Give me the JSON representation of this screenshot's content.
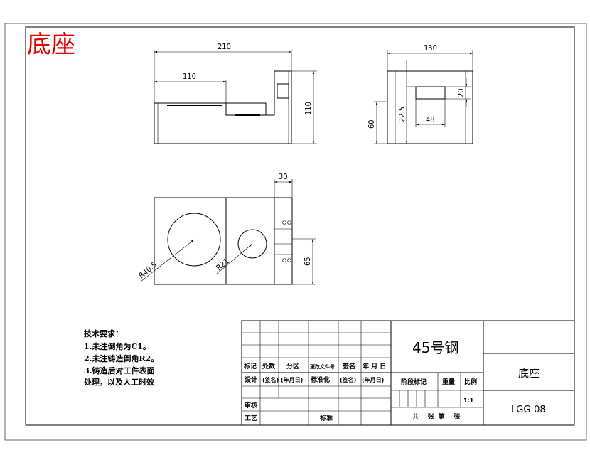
{
  "title_red": "底座",
  "colors": {
    "title": "#e00000",
    "lines": "#000000"
  },
  "dimensions": {
    "front_total_width": "210",
    "front_step_width": "110",
    "front_height": "110",
    "side_width": "130",
    "side_slot_height": "20",
    "side_slot_offset": "22.5",
    "side_slot_width": "48",
    "side_height": "60",
    "top_flange_width": "30",
    "big_hole_radius": "R40.5",
    "small_hole_radius": "R21",
    "top_hole_offset": "65"
  },
  "notes": {
    "heading": "技术要求：",
    "items": [
      "1.未注倒角为C1。",
      "2.未注铸造倒角R2。",
      "3.铸造后对工件表面",
      "处理，以及人工时效"
    ]
  },
  "title_block": {
    "material": "45号钢",
    "part_name": "底座",
    "drawing_no": "LGG-08",
    "scale_value": "1:1",
    "sheets": "共    张  第    张",
    "headers": {
      "mark": "标记",
      "count": "处数",
      "zone": "分区",
      "doc_no": "更改文件号",
      "sign": "签名",
      "date": "年 月 日",
      "design": "设计",
      "name1": "(签名)",
      "date1": "(年月日)",
      "standard": "标准化",
      "name2": "(签名)",
      "date2": "(年月日)",
      "review": "审核",
      "process": "工艺",
      "approve": "标准",
      "stage": "阶段标记",
      "weight": "重量",
      "scale": "比例"
    }
  }
}
